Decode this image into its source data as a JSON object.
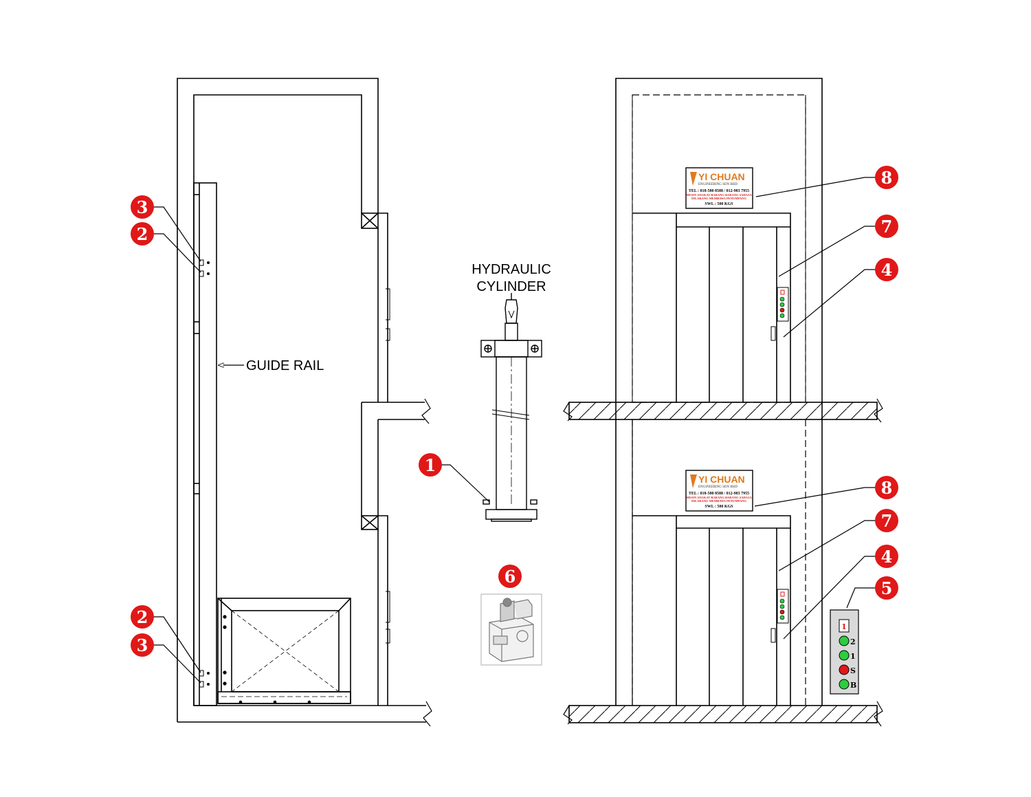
{
  "labels": {
    "guide_rail": "GUIDE RAIL",
    "hydraulic_line1": "HYDRAULIC",
    "hydraulic_line2": "CYLINDER"
  },
  "markers": {
    "m1": "1",
    "m2": "2",
    "m3": "3",
    "m4": "4",
    "m5": "5",
    "m6": "6",
    "m7": "7",
    "m8": "8"
  },
  "plate": {
    "brand": "YI CHUAN",
    "company": "ENGINEERING SDN BHD",
    "tel": "TEL : 018-580 8588 / 012-983 7955",
    "warning1": "MESIN ANGKAT BARANG BARANG SAHAJA",
    "warning2": "DILARANG MEMBAWA PENUMPANG",
    "swl": "SWL : 500 KGS"
  },
  "floor_panel": {
    "indicator": "1",
    "buttons": [
      "2",
      "1",
      "S",
      "B"
    ]
  },
  "colors": {
    "marker_red": "#e01818",
    "button_green": "#2ecc40",
    "button_red": "#e01818",
    "brand_orange": "#e07a1f",
    "line": "#000000"
  }
}
